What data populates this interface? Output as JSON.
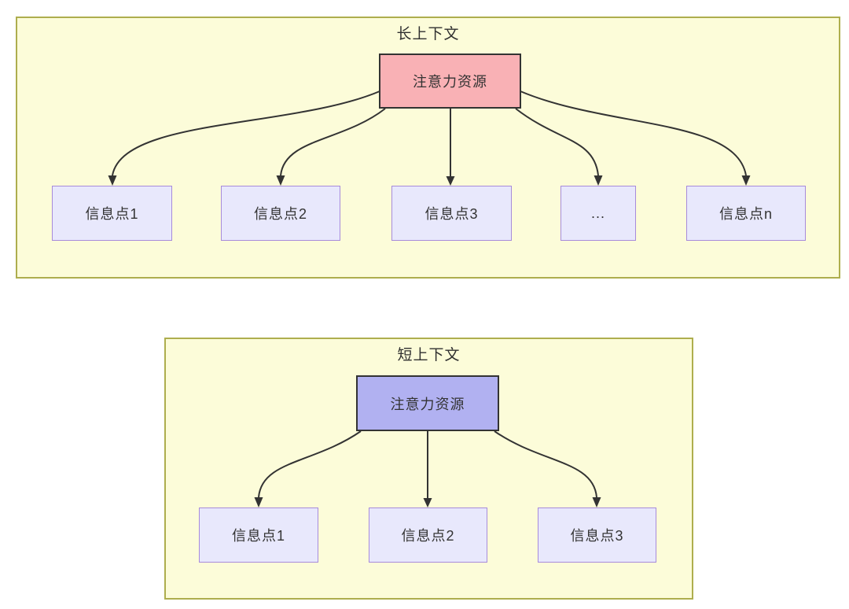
{
  "colors": {
    "panel_fill": "#fcfcd9",
    "panel_border": "#aeae4e",
    "long_root_fill": "#f9b1b5",
    "short_root_fill": "#b1b1f1",
    "info_node_fill": "#e8e8fc",
    "info_node_border": "#a78bdb",
    "edge_line": "#333333"
  },
  "long_context": {
    "title": "长上下文",
    "root_label": "注意力资源",
    "children": [
      {
        "label": "信息点1"
      },
      {
        "label": "信息点2"
      },
      {
        "label": "信息点3"
      },
      {
        "label": "..."
      },
      {
        "label": "信息点n"
      }
    ]
  },
  "short_context": {
    "title": "短上下文",
    "root_label": "注意力资源",
    "children": [
      {
        "label": "信息点1"
      },
      {
        "label": "信息点2"
      },
      {
        "label": "信息点3"
      }
    ]
  }
}
